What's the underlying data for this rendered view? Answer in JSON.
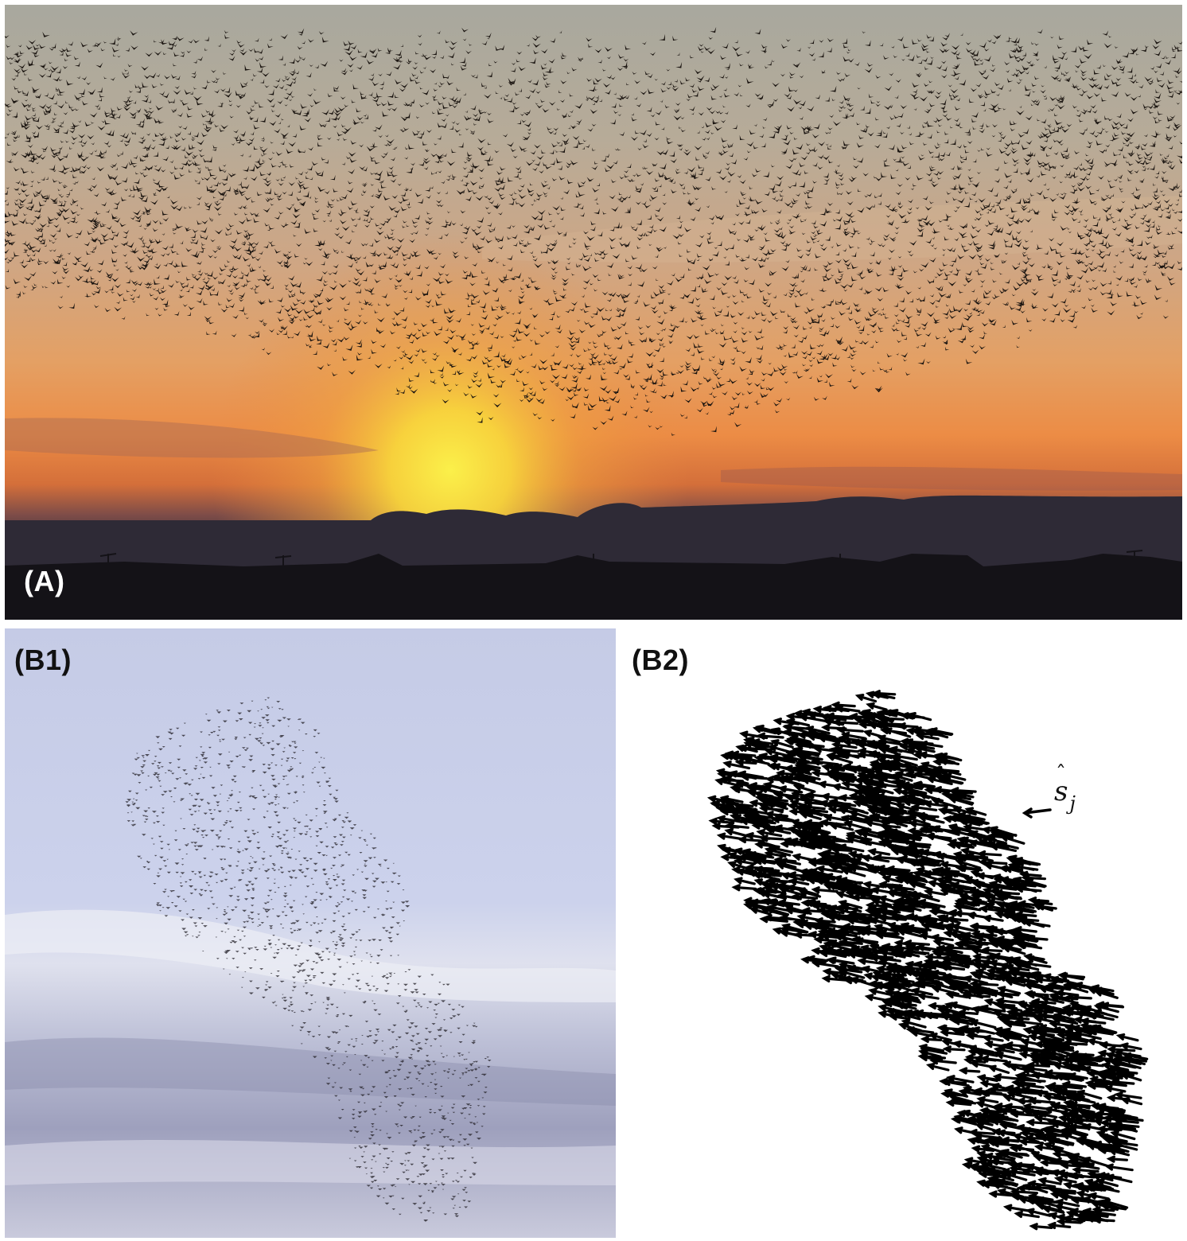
{
  "panels": {
    "a": {
      "label": "(A)"
    },
    "b1": {
      "label": "(B1)"
    },
    "b2": {
      "label": "(B2)",
      "vector_symbol": "s",
      "vector_subscript": "j",
      "vector_accent": "ˆ"
    }
  },
  "colors": {
    "sunset_sky_top": "#a9a99f",
    "sunset_glow": "#f9e23a",
    "sunset_orange": "#e8883a",
    "horizon_dark": "#23202a",
    "b1_sky": "#c9cfe9",
    "bird": "#1a1410",
    "arrow": "#000000"
  }
}
